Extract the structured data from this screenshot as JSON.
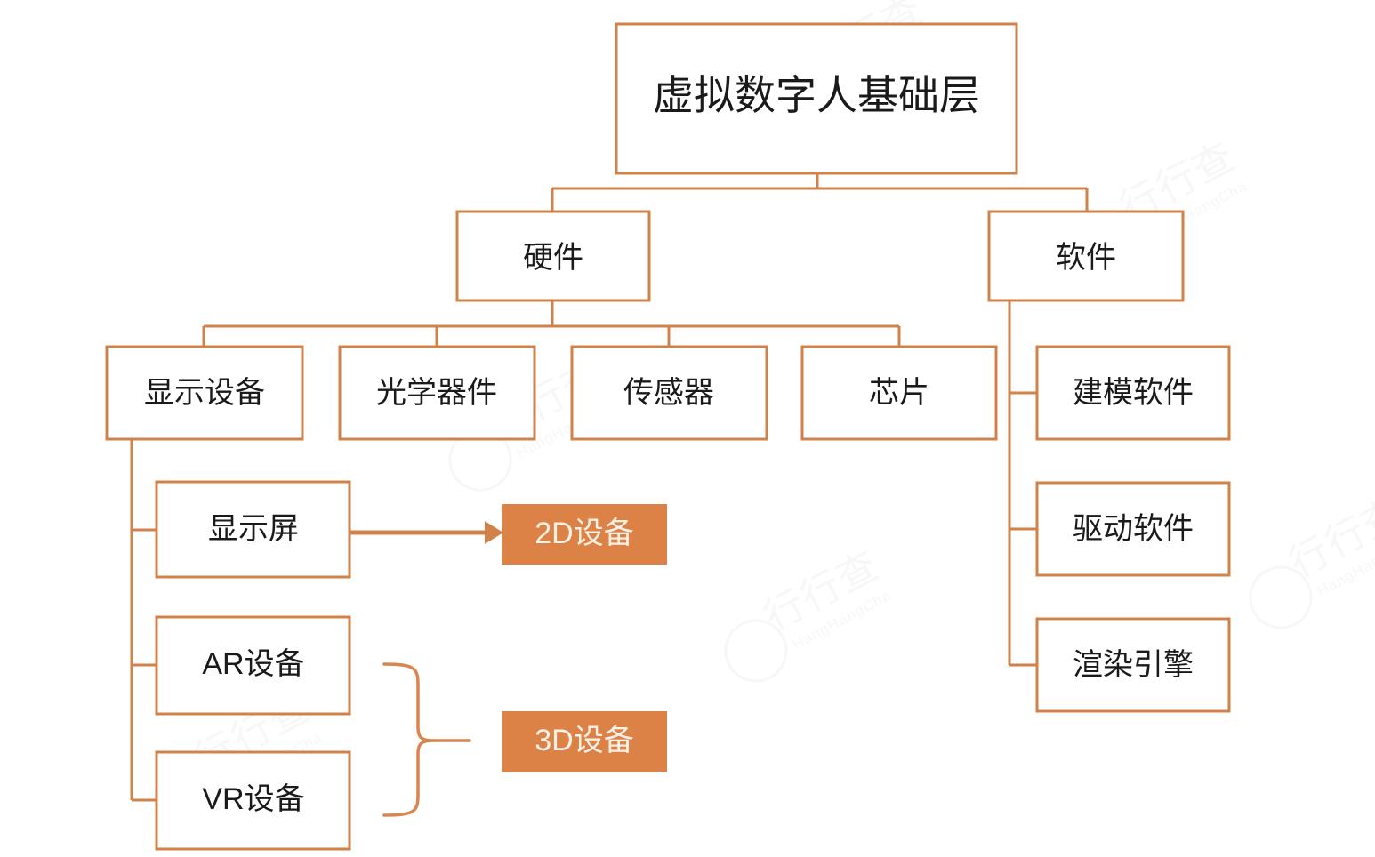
{
  "diagram": {
    "type": "tree-hierarchy",
    "title": "虚拟数字人基础层",
    "palette": {
      "line": "#d1814a",
      "box_border": "#d1814a",
      "box_fill": "#ffffff",
      "highlight_fill": "#dd8246",
      "highlight_text": "#fdf1e7",
      "text": "#1a1a1a",
      "background": "#ffffff"
    },
    "root": {
      "label": "虚拟数字人基础层"
    },
    "level2": [
      {
        "label": "硬件"
      },
      {
        "label": "软件"
      }
    ],
    "hardware_children": [
      {
        "label": "显示设备"
      },
      {
        "label": "光学器件"
      },
      {
        "label": "传感器"
      },
      {
        "label": "芯片"
      }
    ],
    "software_children": [
      {
        "label": "建模软件"
      },
      {
        "label": "驱动软件"
      },
      {
        "label": "渲染引擎"
      }
    ],
    "display_device_children": [
      {
        "label": "显示屏"
      },
      {
        "label": "AR设备"
      },
      {
        "label": "VR设备"
      }
    ],
    "outcomes": [
      {
        "label": "2D设备",
        "from": "显示屏",
        "connector": "arrow"
      },
      {
        "label": "3D设备",
        "from": "AR设备 + VR设备",
        "connector": "brace"
      }
    ],
    "watermark": {
      "main": "行行查",
      "sub": "HangHangCha"
    }
  }
}
